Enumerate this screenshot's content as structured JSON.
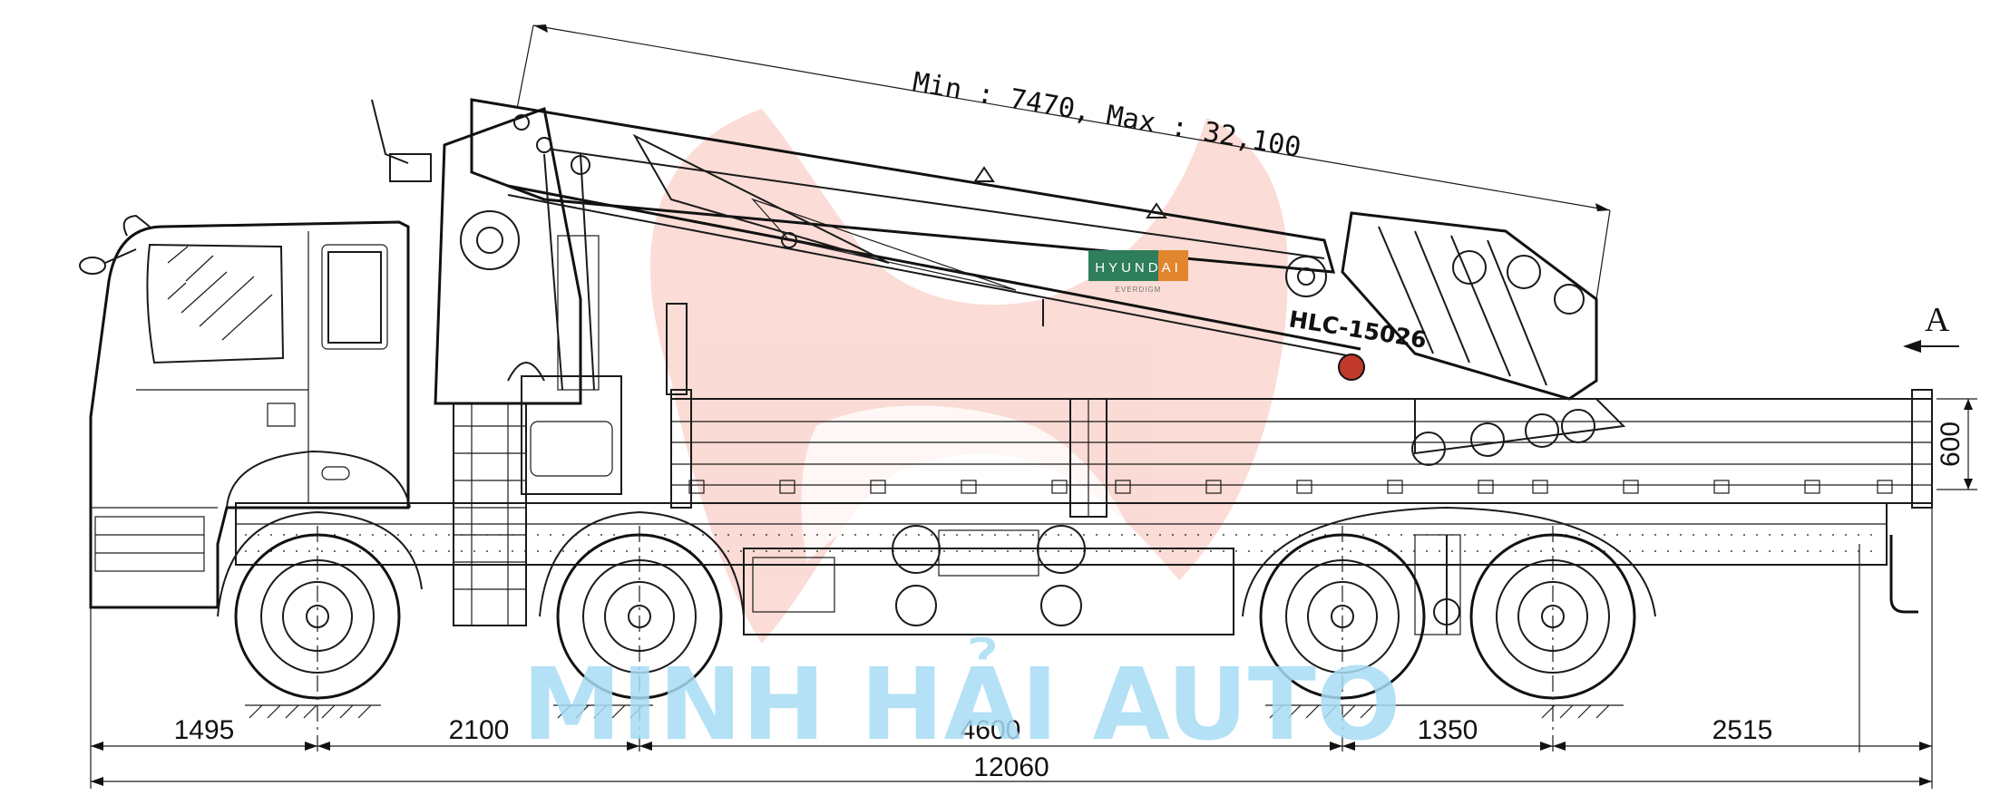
{
  "boom_reach": "Min : 7470, Max : 32,100",
  "crane_model": "HLC-15026",
  "brand": {
    "name": "HYUNDAI",
    "sub": "EVERDIGM",
    "colors": {
      "green": "#2e7d5b",
      "orange": "#e2852f"
    }
  },
  "watermark": {
    "text": "MINH HẢI AUTO",
    "color": "#a8dcf5",
    "logo_color": "#f6b1a3"
  },
  "view_marker": "A",
  "bed_height": "600",
  "dimensions": {
    "segments": [
      "1495",
      "2100",
      "4600",
      "1350",
      "2515"
    ],
    "overall": "12060"
  }
}
